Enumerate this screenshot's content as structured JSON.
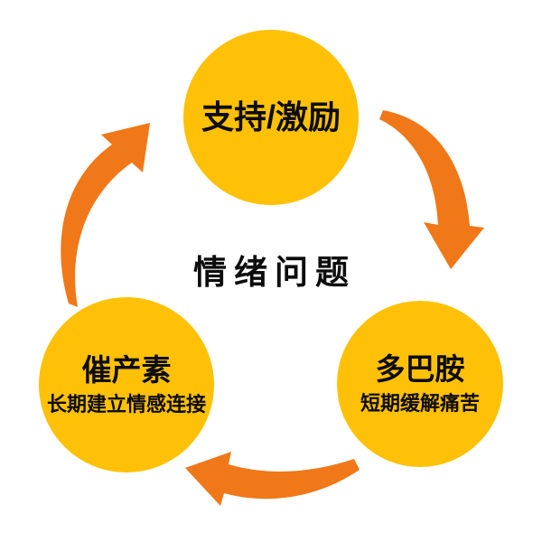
{
  "diagram": {
    "title": "情绪问题",
    "nodes": [
      {
        "id": "support",
        "label": "支持/激励",
        "sublabel": ""
      },
      {
        "id": "oxytocin",
        "label": "催产素",
        "sublabel": "长期建立情感连接"
      },
      {
        "id": "dopamine",
        "label": "多巴胺",
        "sublabel": "短期缓解痛苦"
      }
    ],
    "colors": {
      "circle": "#FFC107",
      "arrow": "#F07818",
      "text": "#0d0d0d",
      "background": "#ffffff"
    }
  }
}
